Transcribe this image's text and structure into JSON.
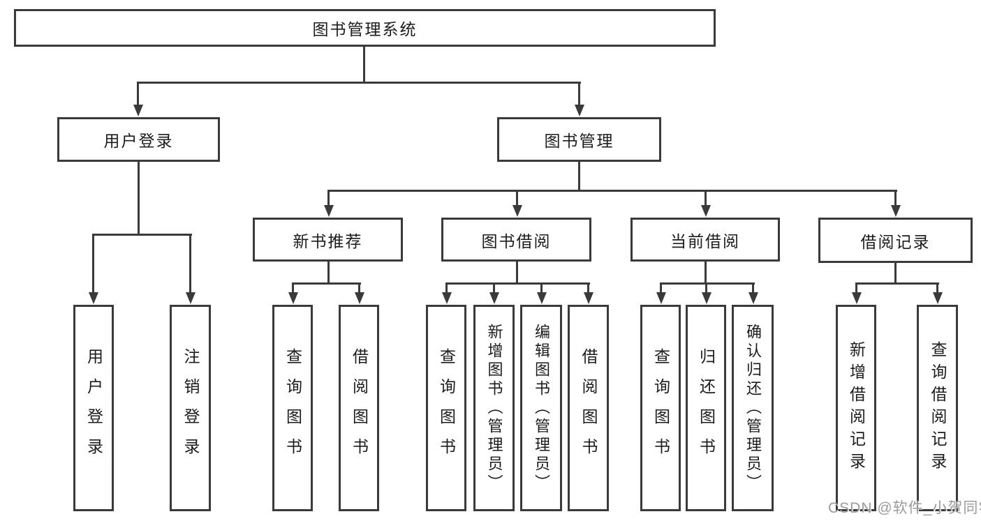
{
  "tree": {
    "root": {
      "label": "图书管理系统",
      "children": [
        {
          "label": "用户登录",
          "children": [
            {
              "label": "用户登录"
            },
            {
              "label": "注销登录"
            }
          ]
        },
        {
          "label": "图书管理",
          "children": [
            {
              "label": "新书推荐",
              "children": [
                {
                  "label": "查询图书"
                },
                {
                  "label": "借阅图书"
                }
              ]
            },
            {
              "label": "图书借阅",
              "children": [
                {
                  "label": "查询图书"
                },
                {
                  "label": "新增图书（管理员）"
                },
                {
                  "label": "编辑图书（管理员）"
                },
                {
                  "label": "借阅图书"
                }
              ]
            },
            {
              "label": "当前借阅",
              "children": [
                {
                  "label": "查询图书"
                },
                {
                  "label": "归还图书"
                },
                {
                  "label": "确认归还（管理员）"
                }
              ]
            },
            {
              "label": "借阅记录",
              "children": [
                {
                  "label": "新增借阅记录"
                },
                {
                  "label": "查询借阅记录"
                }
              ]
            }
          ]
        }
      ]
    }
  },
  "watermark": {
    "text": "CSDN @软件_小贺同学"
  },
  "colors": {
    "line": "#3a3a3a",
    "text": "#1c1c1c",
    "watermark_text": "#9b9b9b",
    "background": "#ffffff"
  }
}
